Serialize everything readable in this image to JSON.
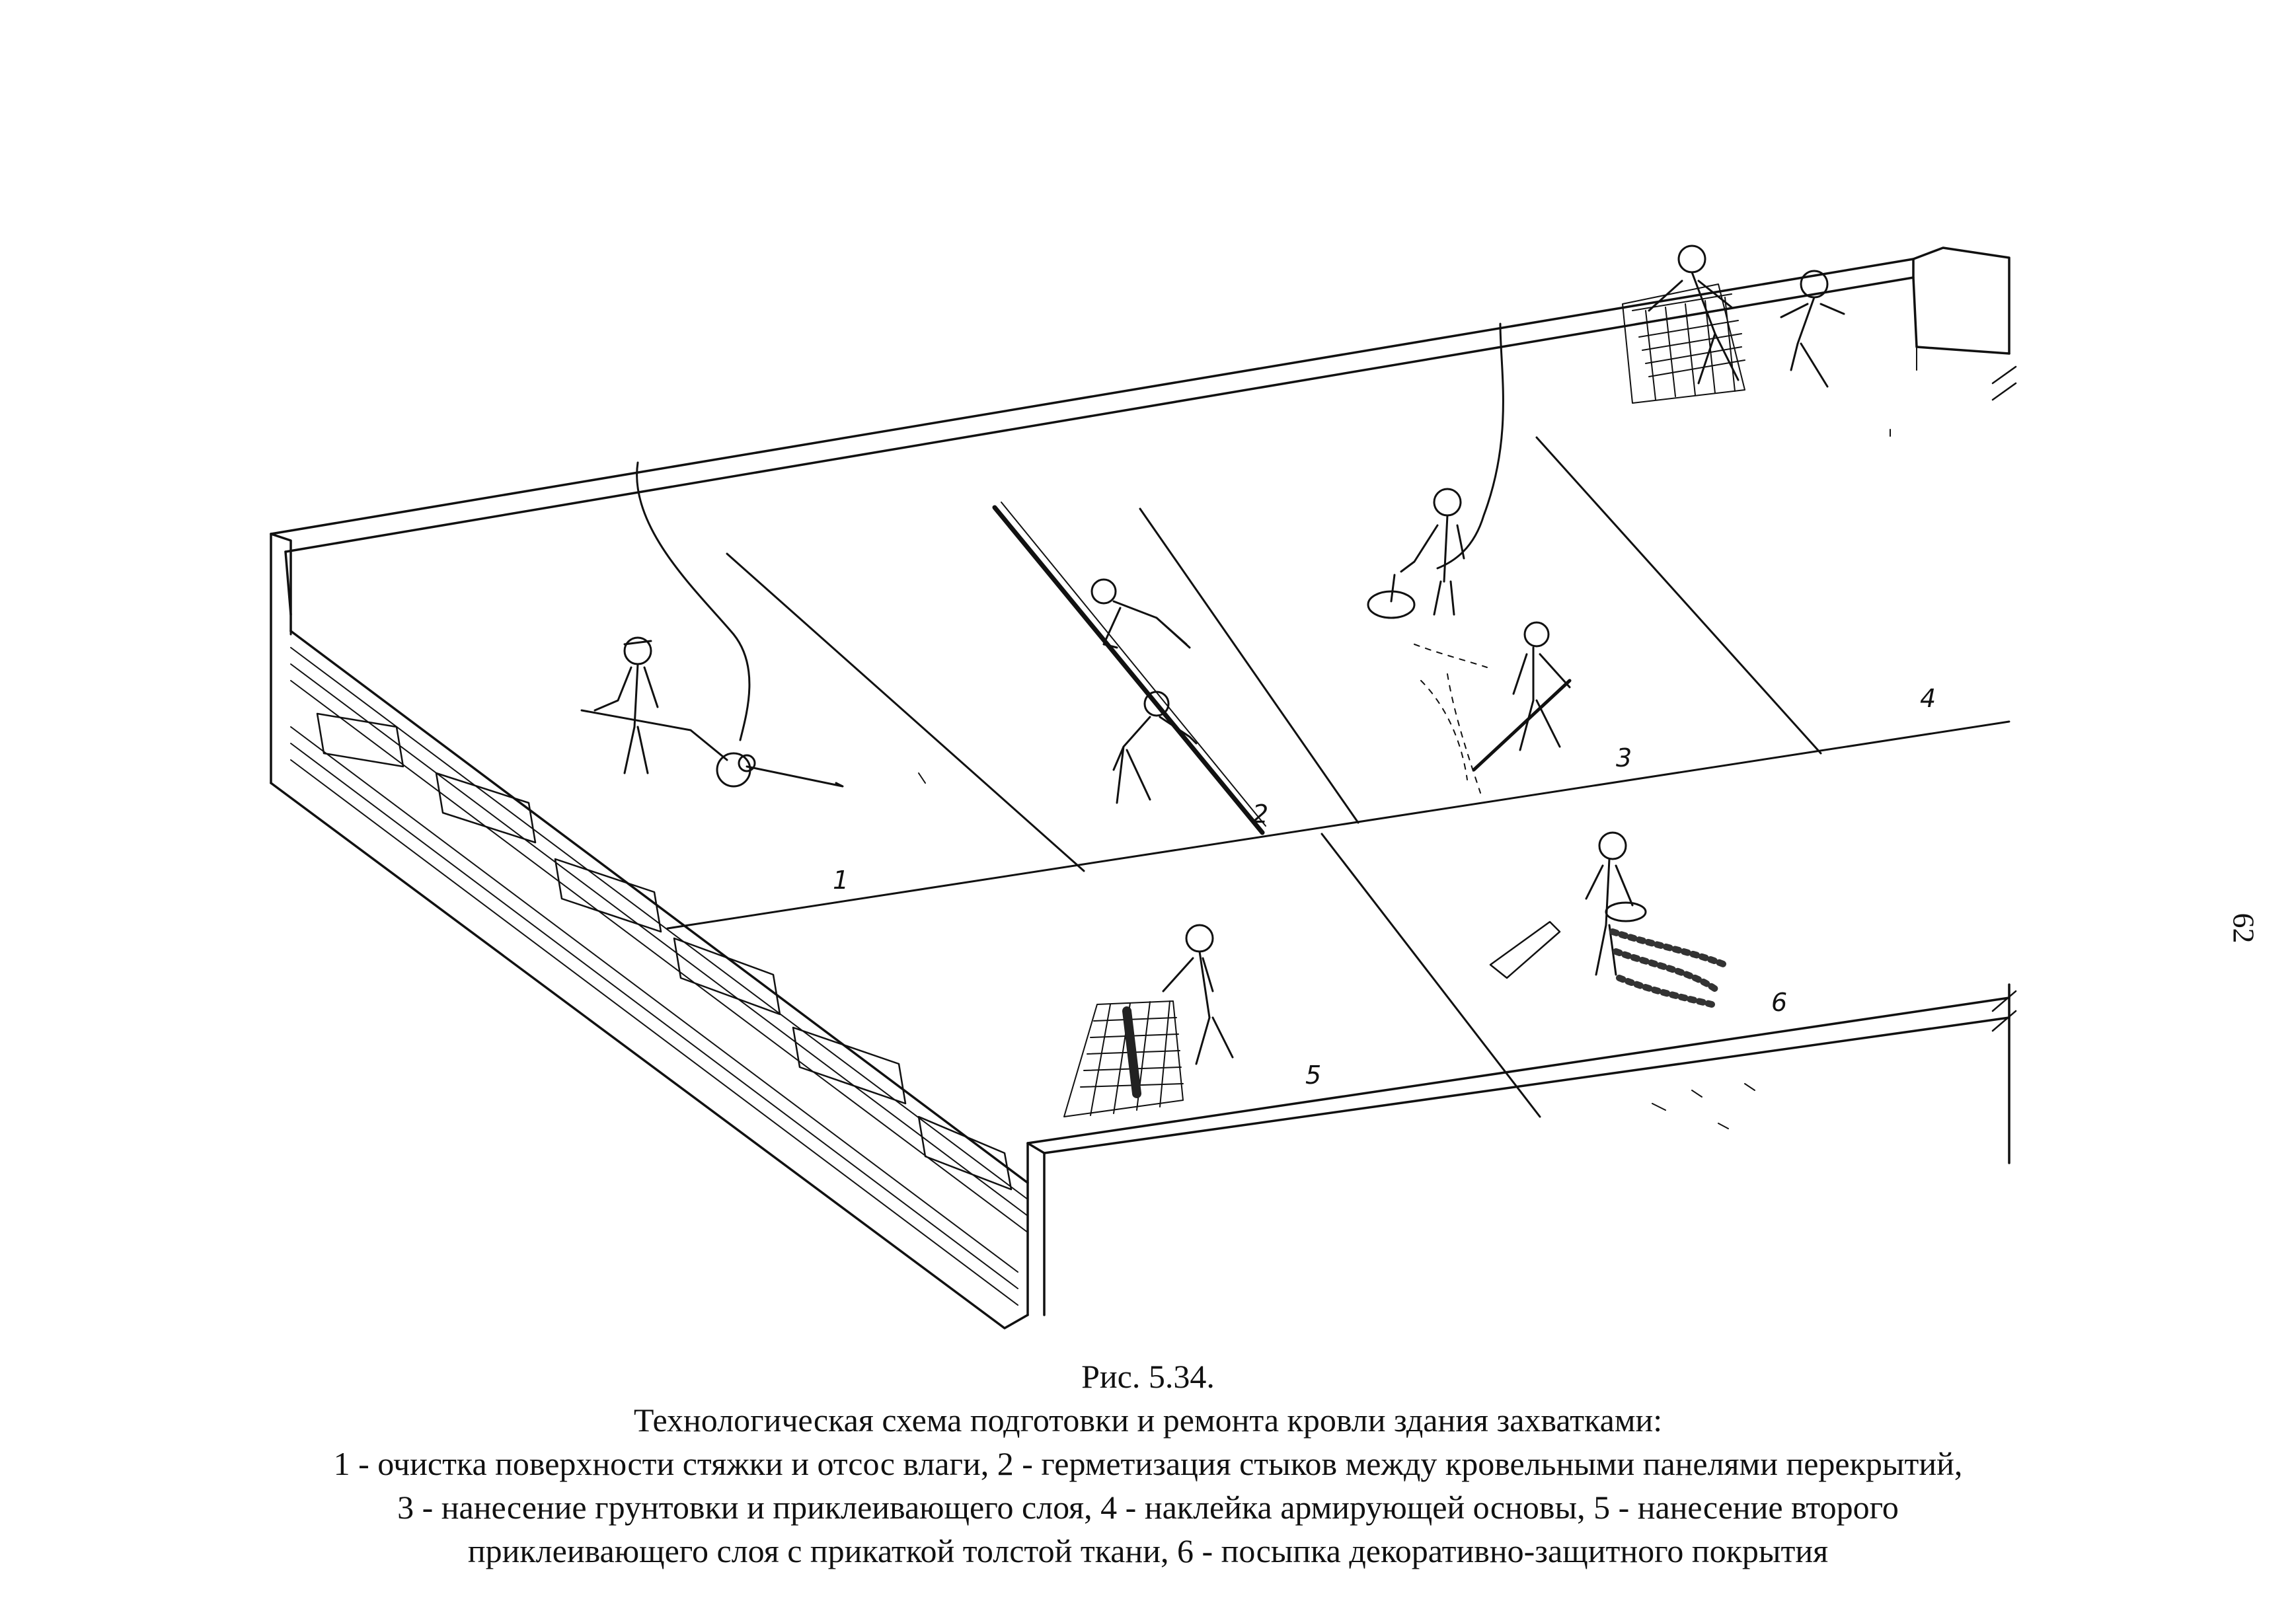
{
  "figure": {
    "zones": [
      {
        "label": "1"
      },
      {
        "label": "2"
      },
      {
        "label": "3"
      },
      {
        "label": "4"
      },
      {
        "label": "5"
      },
      {
        "label": "6"
      }
    ]
  },
  "caption": {
    "figure_number": "Рис. 5.34.",
    "title": "Технологическая схема подготовки и ремонта кровли здания захватками:",
    "lines": [
      "1 - очистка поверхности стяжки и отсос влаги, 2 - герметизация стыков между кровельными панелями перекрытий,",
      "3 - нанесение грунтовки и приклеивающего слоя, 4 - наклейка армирующей основы, 5 - нанесение второго",
      "приклеивающего слоя с прикаткой толстой ткани, 6 - посыпка декоративно-защитного покрытия"
    ]
  },
  "page_number": "62"
}
